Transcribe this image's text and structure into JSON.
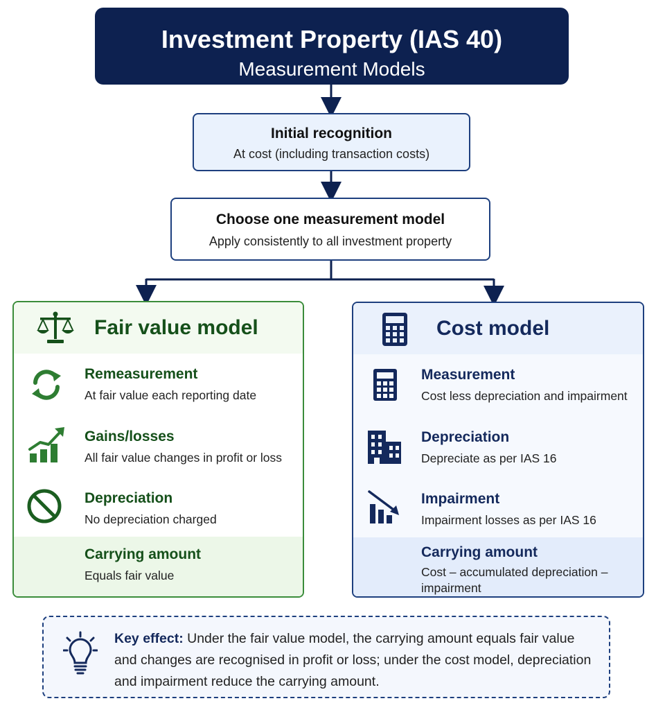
{
  "title": {
    "main": "Investment Property (IAS 40)",
    "sub": "Measurement Models"
  },
  "initial": {
    "heading": "Initial recognition",
    "detail": "At cost (including transaction costs)"
  },
  "choose": {
    "heading": "Choose one measurement model",
    "detail": "Apply consistently to all investment property"
  },
  "fair_value": {
    "title": "Fair value model",
    "icon": "scales-icon",
    "rows": [
      {
        "heading": "Remeasurement",
        "detail": "At fair value each reporting date",
        "icon": "refresh-icon"
      },
      {
        "heading": "Gains/losses",
        "detail": "All fair value changes in profit or loss",
        "icon": "growth-chart-icon"
      },
      {
        "heading": "Depreciation",
        "detail": "No depreciation charged",
        "icon": "prohibited-icon"
      },
      {
        "heading": "Carrying amount",
        "detail": "Equals fair value"
      }
    ]
  },
  "cost": {
    "title": "Cost model",
    "icon": "calculator-icon",
    "rows": [
      {
        "heading": "Measurement",
        "detail": "Cost less depreciation and impairment",
        "icon": "calculator-icon"
      },
      {
        "heading": "Depreciation",
        "detail": "Depreciate as per IAS 16",
        "icon": "building-icon"
      },
      {
        "heading": "Impairment",
        "detail": "Impairment losses as per IAS 16",
        "icon": "declining-chart-icon"
      },
      {
        "heading": "Carrying amount",
        "detail": "Cost – accumulated depreciation – impairment"
      }
    ]
  },
  "key": {
    "label": "Key effect:",
    "text": " Under the fair value model, the carrying amount equals fair value and changes are recognised in profit or loss; under the cost model, depreciation and impairment reduce the carrying amount.",
    "icon": "lightbulb-icon"
  },
  "colors": {
    "navy": "#0d2150",
    "green": "#15501a",
    "blue": "#14295c"
  }
}
